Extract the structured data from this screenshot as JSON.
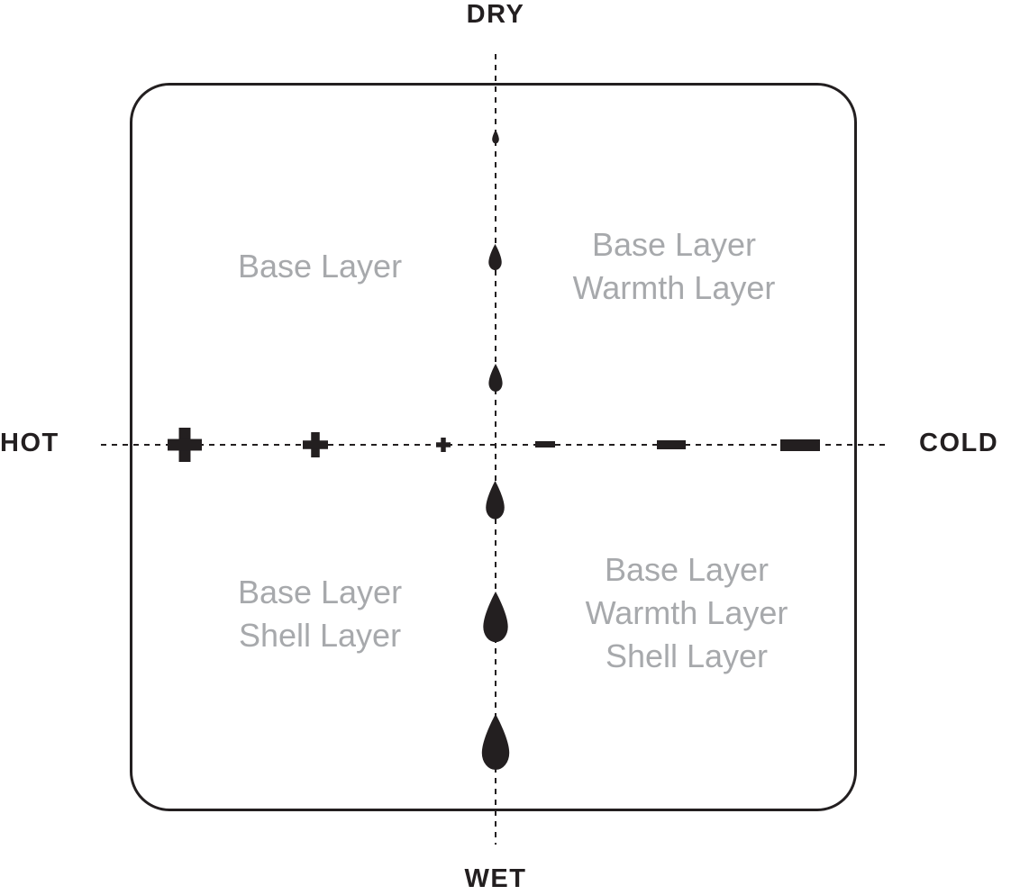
{
  "axes": {
    "top_label": "DRY",
    "bottom_label": "WET",
    "left_label": "HOT",
    "right_label": "COLD"
  },
  "quadrants": {
    "top_left": {
      "lines": [
        "Base Layer"
      ]
    },
    "top_right": {
      "lines": [
        "Base Layer",
        "Warmth Layer"
      ]
    },
    "bottom_left": {
      "lines": [
        "Base Layer",
        "Shell Layer"
      ]
    },
    "bottom_right": {
      "lines": [
        "Base Layer",
        "Warmth Layer",
        "Shell Layer"
      ]
    }
  },
  "icons": {
    "vertical_axis_markers": [
      "droplet-icon",
      "droplet-icon",
      "droplet-icon",
      "droplet-icon",
      "droplet-icon",
      "droplet-icon"
    ],
    "horizontal_axis_markers": [
      "plus-icon",
      "plus-icon",
      "plus-icon",
      "minus-icon",
      "minus-icon",
      "minus-icon"
    ]
  },
  "colors": {
    "ink": "#231f20",
    "muted_text": "#a7a9ac",
    "background": "#ffffff"
  }
}
